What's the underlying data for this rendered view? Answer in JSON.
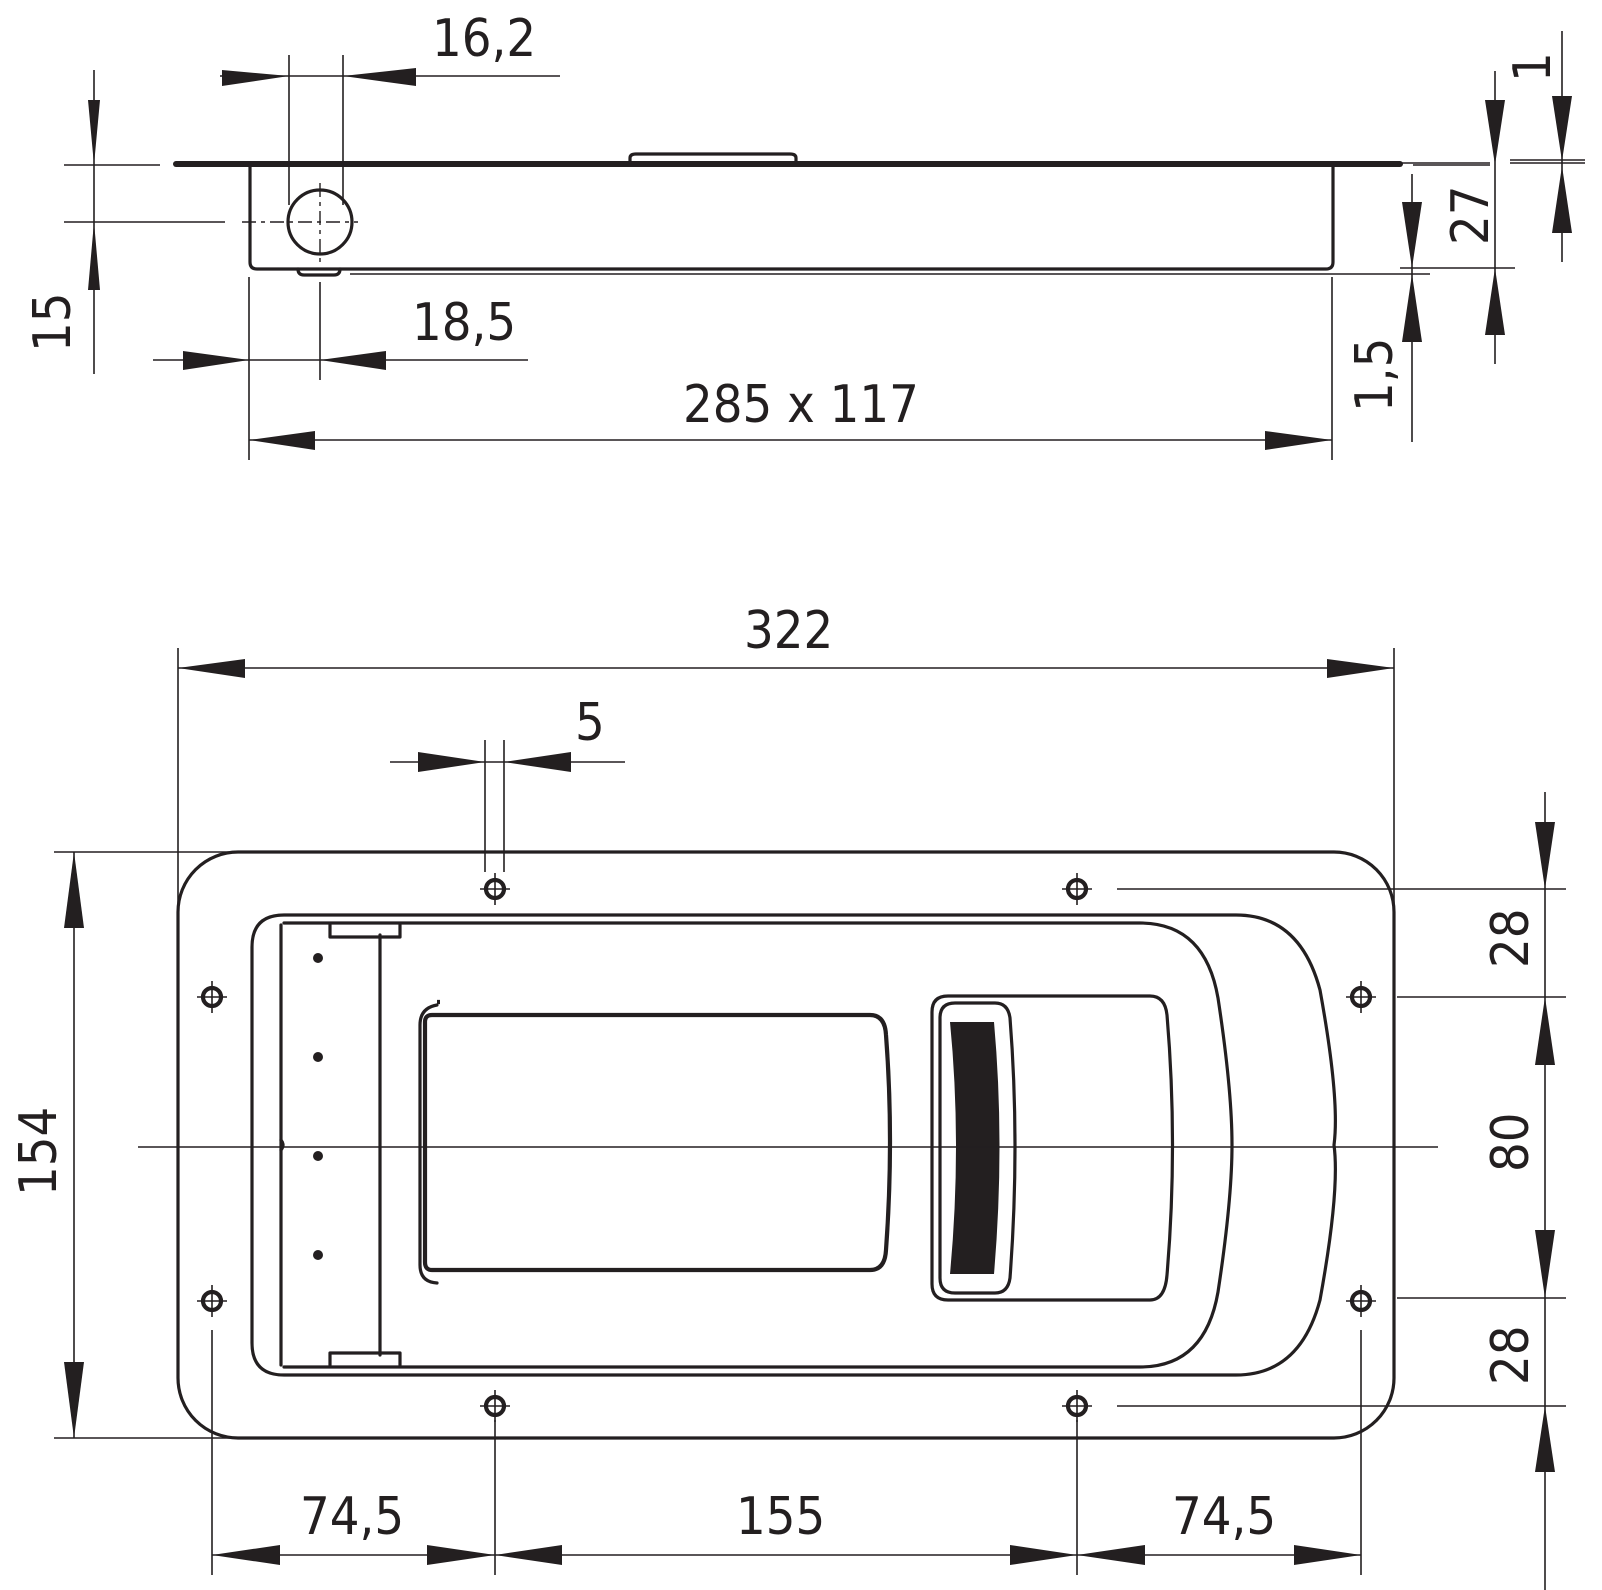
{
  "drawing": {
    "title": "Recessed paddle handle – dimensioned drawing",
    "line_color": "#231f20",
    "background": "#ffffff"
  },
  "side_view": {
    "dimensions": {
      "hinge_pin_diameter": "16,2",
      "pin_offset": "18,5",
      "pin_height": "15",
      "cutout": "285 x 117",
      "depth": "27",
      "flange_thickness": "1",
      "bottom_clearance": "1,5"
    }
  },
  "plan_view": {
    "dimensions": {
      "overall_width": "322",
      "overall_height": "154",
      "hole_offset": "5",
      "hole_spacing_left": "74,5",
      "hole_spacing_center": "155",
      "hole_spacing_right": "74,5",
      "vert_top": "28",
      "vert_middle": "80",
      "vert_bottom": "28"
    },
    "mounting_holes": 8
  }
}
